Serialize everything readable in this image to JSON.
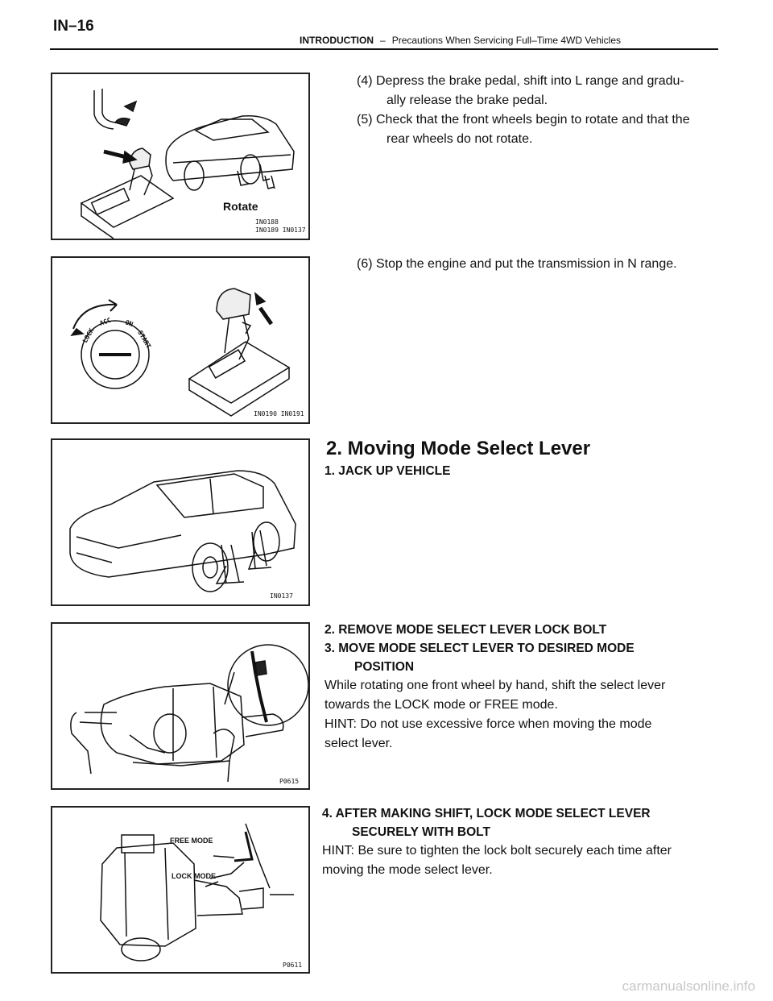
{
  "header": {
    "page_number": "IN–16",
    "section": "INTRODUCTION",
    "dash": "–",
    "subtitle": "Precautions When Servicing Full–Time 4WD Vehicles"
  },
  "figures": {
    "fig1": {
      "label": "Rotate",
      "codes": [
        "IN0188",
        "IN0189 IN0137"
      ]
    },
    "fig2": {
      "code": "IN0190 IN0191",
      "ignition_labels": [
        "LOCK",
        "ACC",
        "ON",
        "START"
      ]
    },
    "fig3": {
      "code": "IN0137"
    },
    "fig4": {
      "code": "P0615"
    },
    "fig5": {
      "code": "P0611",
      "label_free": "FREE MODE",
      "label_lock": "LOCK MODE"
    }
  },
  "block1": {
    "line1": "(4) Depress the brake pedal, shift into L range and gradu-",
    "line2": "ally release the brake pedal.",
    "line3": "(5) Check that the front wheels begin to rotate and that the",
    "line4": "rear wheels do not rotate."
  },
  "block2": {
    "line1": "(6) Stop the engine and put the transmission in N range."
  },
  "section2": {
    "title": "2. Moving Mode Select Lever",
    "step1": "1. JACK UP VEHICLE"
  },
  "block4": {
    "step2": "2. REMOVE MODE SELECT LEVER LOCK BOLT",
    "step3_line1": "3. MOVE MODE SELECT LEVER TO DESIRED MODE",
    "step3_line2": "POSITION",
    "text1": "While rotating one front wheel by hand, shift the select lever",
    "text2": "towards the LOCK mode or FREE mode.",
    "hint1": "HINT: Do not use excessive force when moving the mode",
    "hint2": "select lever."
  },
  "block5": {
    "step4_line1": "4. AFTER MAKING SHIFT, LOCK MODE SELECT LEVER",
    "step4_line2": "SECURELY WITH BOLT",
    "hint1": "HINT: Be sure to tighten the lock bolt securely each time after",
    "hint2": "moving the mode select lever."
  },
  "watermark": "carmanualsonline.info"
}
